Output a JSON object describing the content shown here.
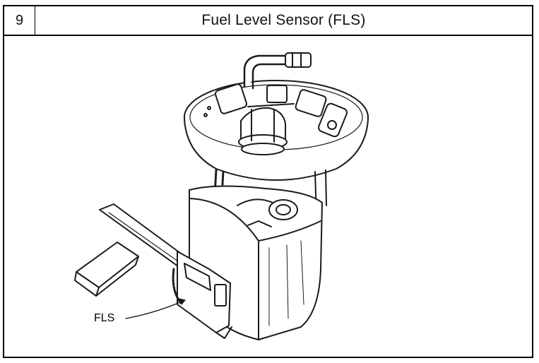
{
  "header": {
    "number": "9",
    "title": "Fuel Level Sensor (FLS)"
  },
  "figure": {
    "callout_label": "FLS"
  },
  "colors": {
    "border": "#000000",
    "background": "#ffffff",
    "line_art": "#1a1a1a"
  }
}
